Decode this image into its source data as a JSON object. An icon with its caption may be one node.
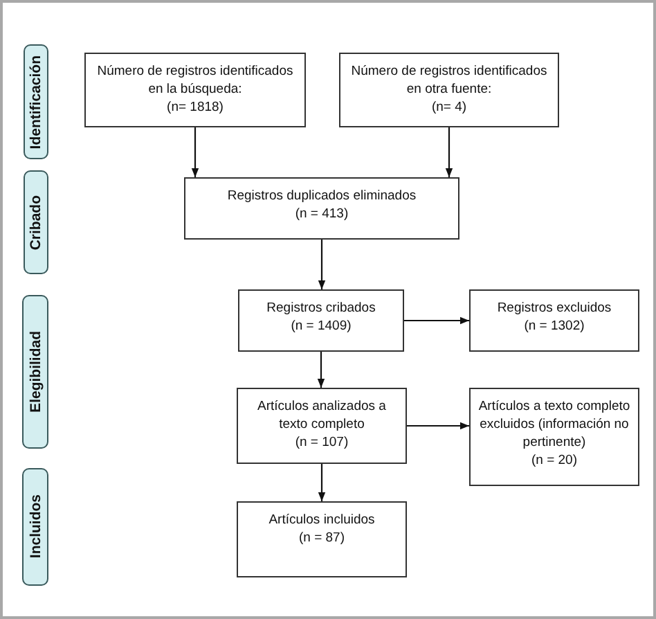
{
  "diagram": {
    "nodes": [
      {
        "text": [
          "Identificación"
        ]
      },
      {
        "text": [
          "Cribado"
        ]
      },
      {
        "text": [
          "Elegibilidad"
        ]
      },
      {
        "text": [
          "Incluidos"
        ]
      },
      {
        "text": [
          "Número de registros identificados en la búsqueda:",
          "(n= 1818)"
        ]
      },
      {
        "text": [
          "Número de registros identificados en otra fuente:",
          "(n= 4)"
        ]
      },
      {
        "text": [
          "Registros duplicados eliminados",
          "(n = 413)"
        ]
      },
      {
        "text": [
          "Registros cribados",
          "(n = 1409)"
        ]
      },
      {
        "text": [
          "Registros excluidos",
          "(n = 1302)"
        ]
      },
      {
        "text": [
          "Artículos analizados a texto completo",
          "(n = 107)"
        ]
      },
      {
        "text": [
          "Artículos a texto completo excluidos (información no pertinente)",
          "(n = 20)"
        ]
      },
      {
        "text": [
          "Artículos incluidos",
          "(n = 87)"
        ]
      }
    ],
    "edges": [
      {
        "from": 4,
        "to": 6,
        "arrow": "to"
      },
      {
        "from": 5,
        "to": 6,
        "arrow": "to"
      },
      {
        "from": 6,
        "to": 7,
        "arrow": "to"
      },
      {
        "from": 7,
        "to": 8,
        "arrow": "to"
      },
      {
        "from": 7,
        "to": 9,
        "arrow": "to"
      },
      {
        "from": 9,
        "to": 10,
        "arrow": "to"
      },
      {
        "from": 9,
        "to": 11,
        "arrow": "to"
      }
    ]
  }
}
